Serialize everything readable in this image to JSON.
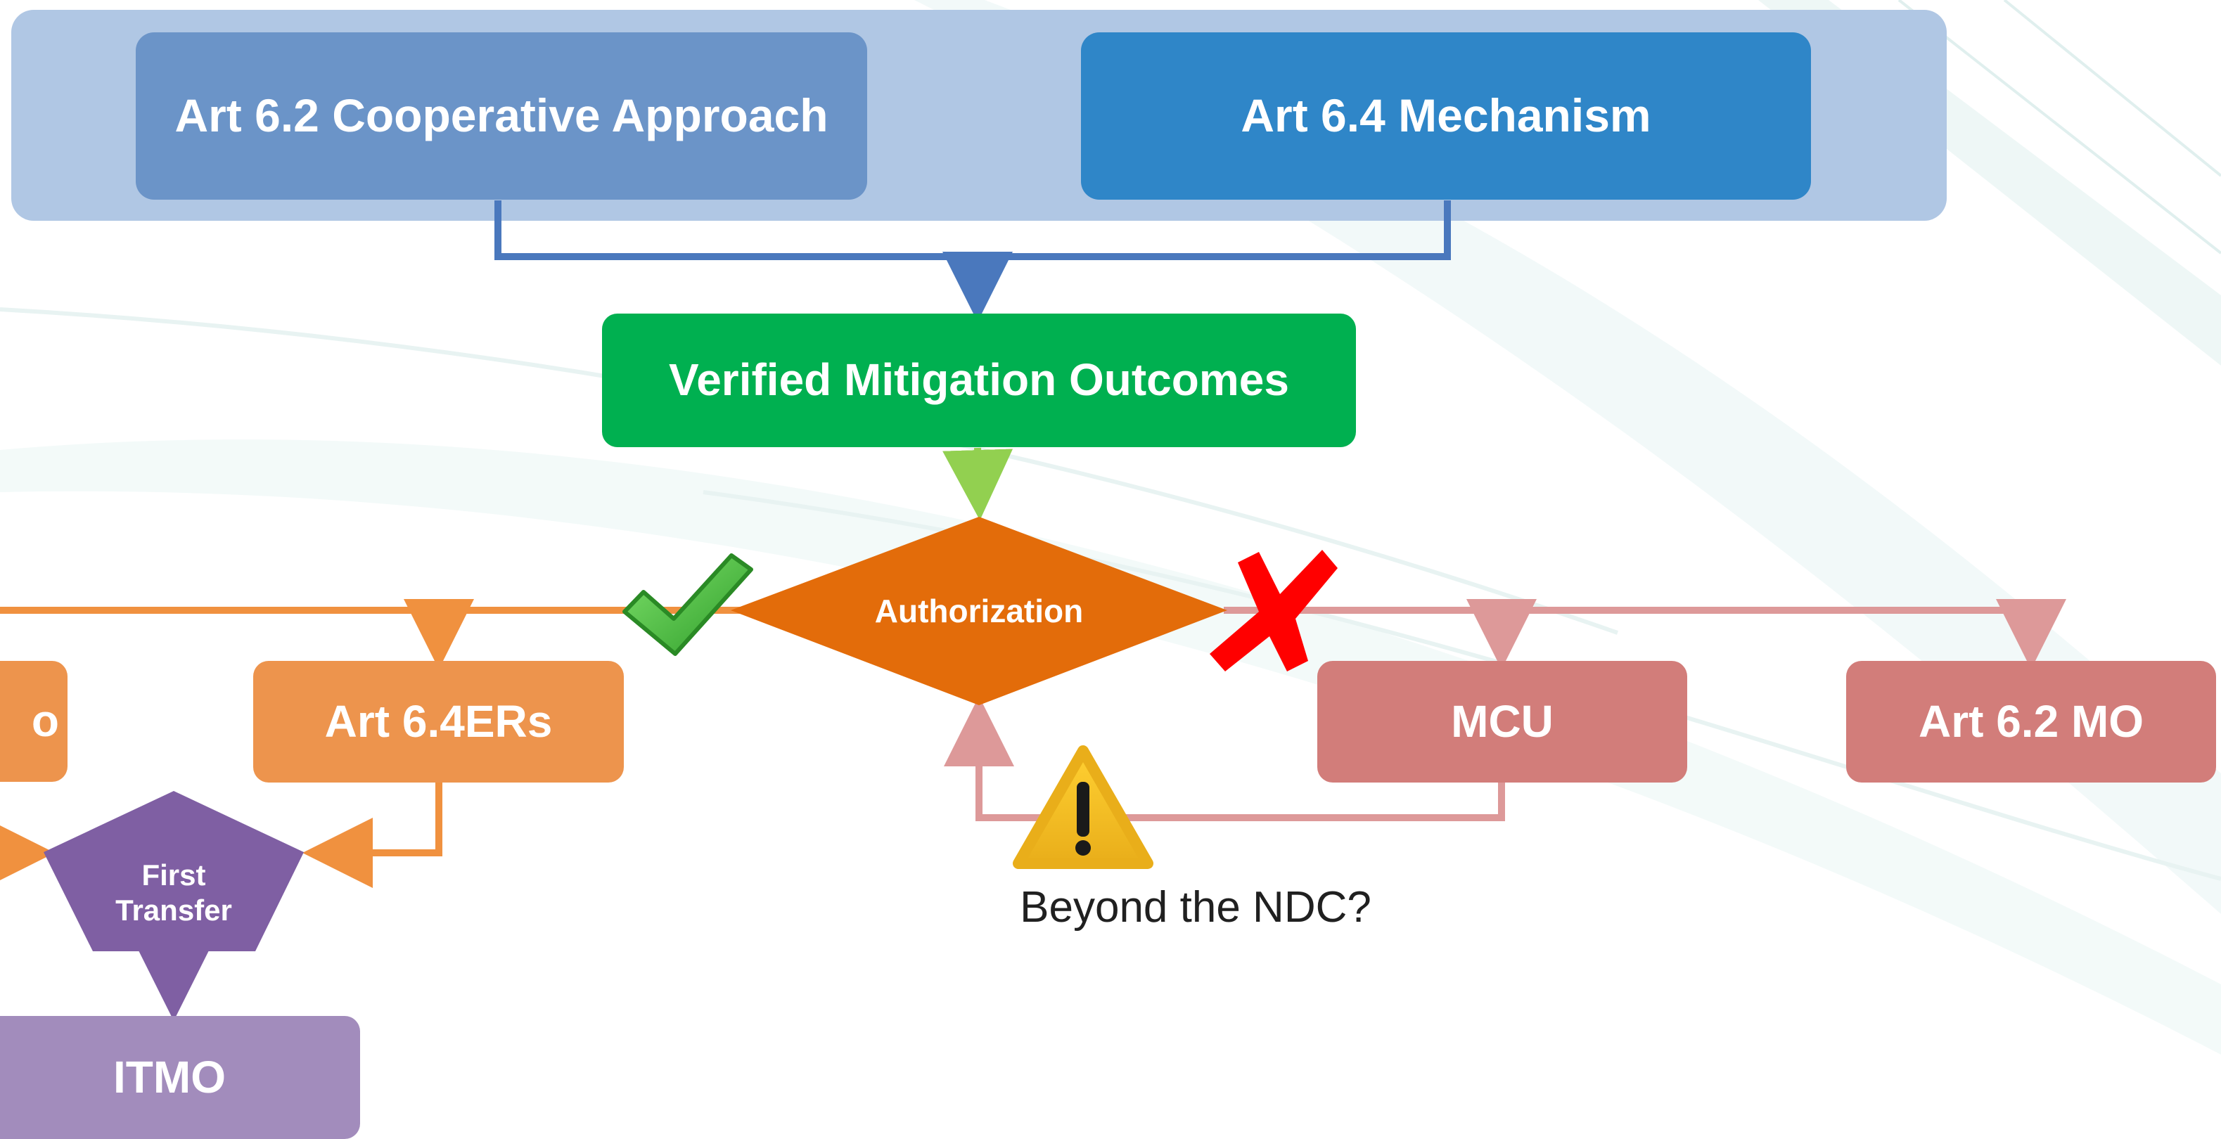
{
  "colors": {
    "blue_light": "#6b94c8",
    "blue_dark": "#2f86c8",
    "panel": "#b0c7e4",
    "green": "#00b050",
    "orange": "#e36c0a",
    "orange_light": "#ed944d",
    "red_light": "#d27d7a",
    "purple": "#7f5fa3",
    "purple_light": "#a28cbc",
    "arrow_blue": "#4a78bd",
    "arrow_green": "#92d050",
    "arrow_orange": "#f0913f",
    "arrow_red": "#dd9999"
  },
  "top": {
    "coop_label": "Art 6.2 Cooperative Approach",
    "mechanism_label": "Art 6.4 Mechanism"
  },
  "verified_label": "Verified Mitigation Outcomes",
  "authorization_label": "Authorization",
  "left": {
    "cut_label": "o",
    "er_label": "Art 6.4ERs",
    "first_transfer_label": "First Transfer",
    "itmo_label": "ITMO"
  },
  "right": {
    "mcu_label": "MCU",
    "mo_label": "Art 6.2 MO"
  },
  "warning_text": "Beyond the NDC?",
  "icons": {
    "check": "check-icon",
    "cross": "cross-icon",
    "warning": "warning-icon"
  }
}
